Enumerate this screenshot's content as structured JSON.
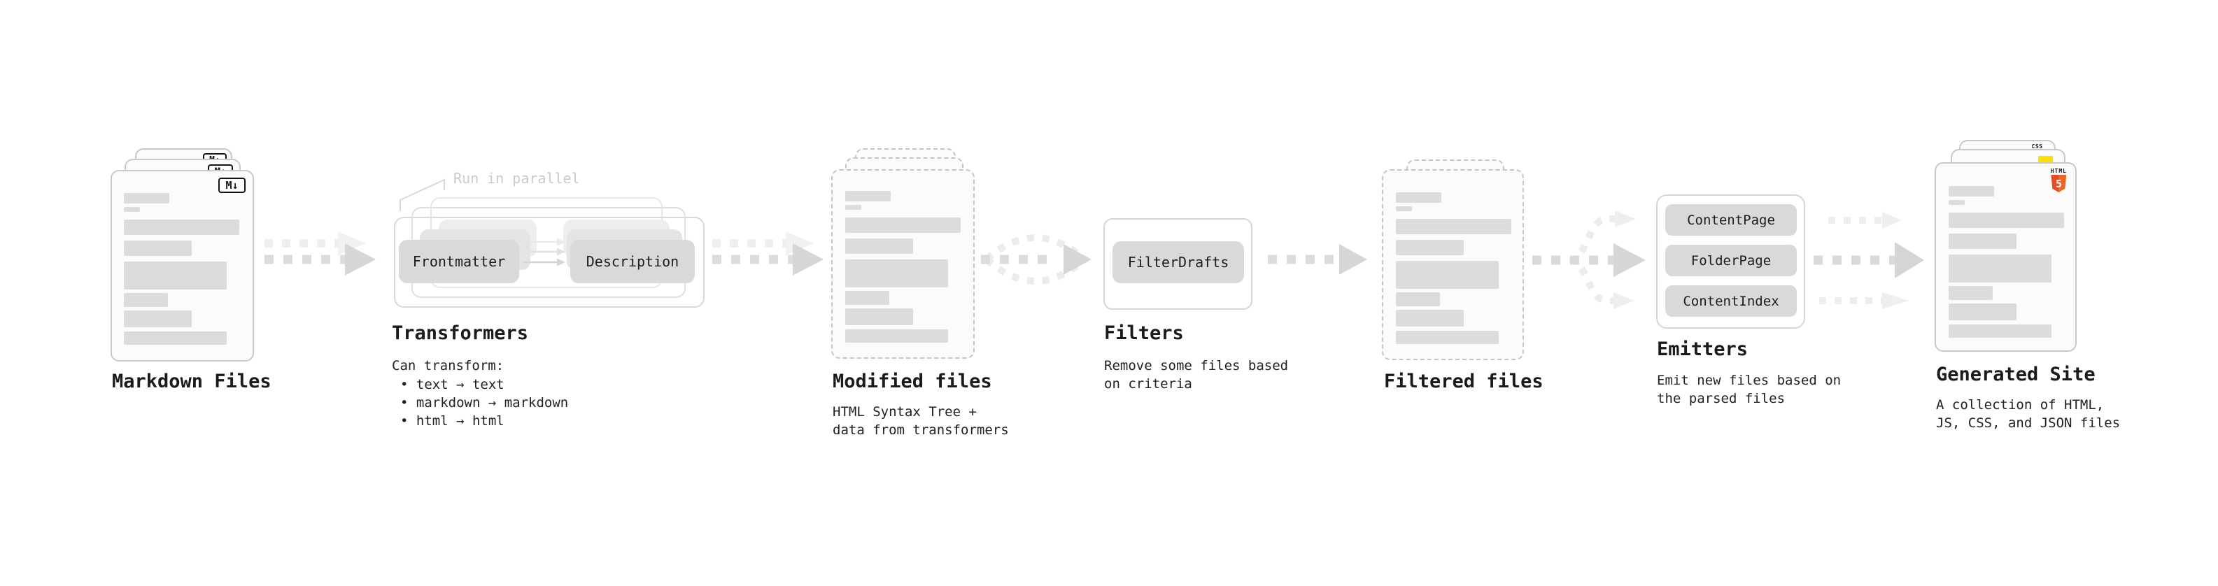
{
  "stages": {
    "markdown": {
      "label": "Markdown Files",
      "badge": "M↓"
    },
    "transformers": {
      "label": "Transformers",
      "note": "Run in parallel",
      "pill_left": "Frontmatter",
      "pill_right": "Description",
      "subtitle": "Can transform:",
      "bullets": [
        "• text → text",
        "• markdown → markdown",
        "• html → html"
      ]
    },
    "modified": {
      "label": "Modified files",
      "desc1": "HTML Syntax Tree +",
      "desc2": "data from transformers"
    },
    "filters": {
      "label": "Filters",
      "pill": "FilterDrafts",
      "desc1": "Remove some files based",
      "desc2": "on criteria"
    },
    "filtered": {
      "label": "Filtered files"
    },
    "emitters": {
      "label": "Emitters",
      "pills": [
        "ContentPage",
        "FolderPage",
        "ContentIndex"
      ],
      "desc1": "Emit new files based on",
      "desc2": "the parsed files"
    },
    "site": {
      "label": "Generated Site",
      "desc1": "A collection of HTML,",
      "desc2": "JS, CSS, and JSON files",
      "badge_css": "CSS",
      "badge_html": "HTML",
      "badge_html5": "5"
    }
  },
  "colors": {
    "html5_orange": "#e44d26",
    "js_yellow": "#ffdf00",
    "css_blue": "#2d6ff0",
    "arrow_gray": "#dcdcdc",
    "ghost_gray": "#efefef"
  }
}
